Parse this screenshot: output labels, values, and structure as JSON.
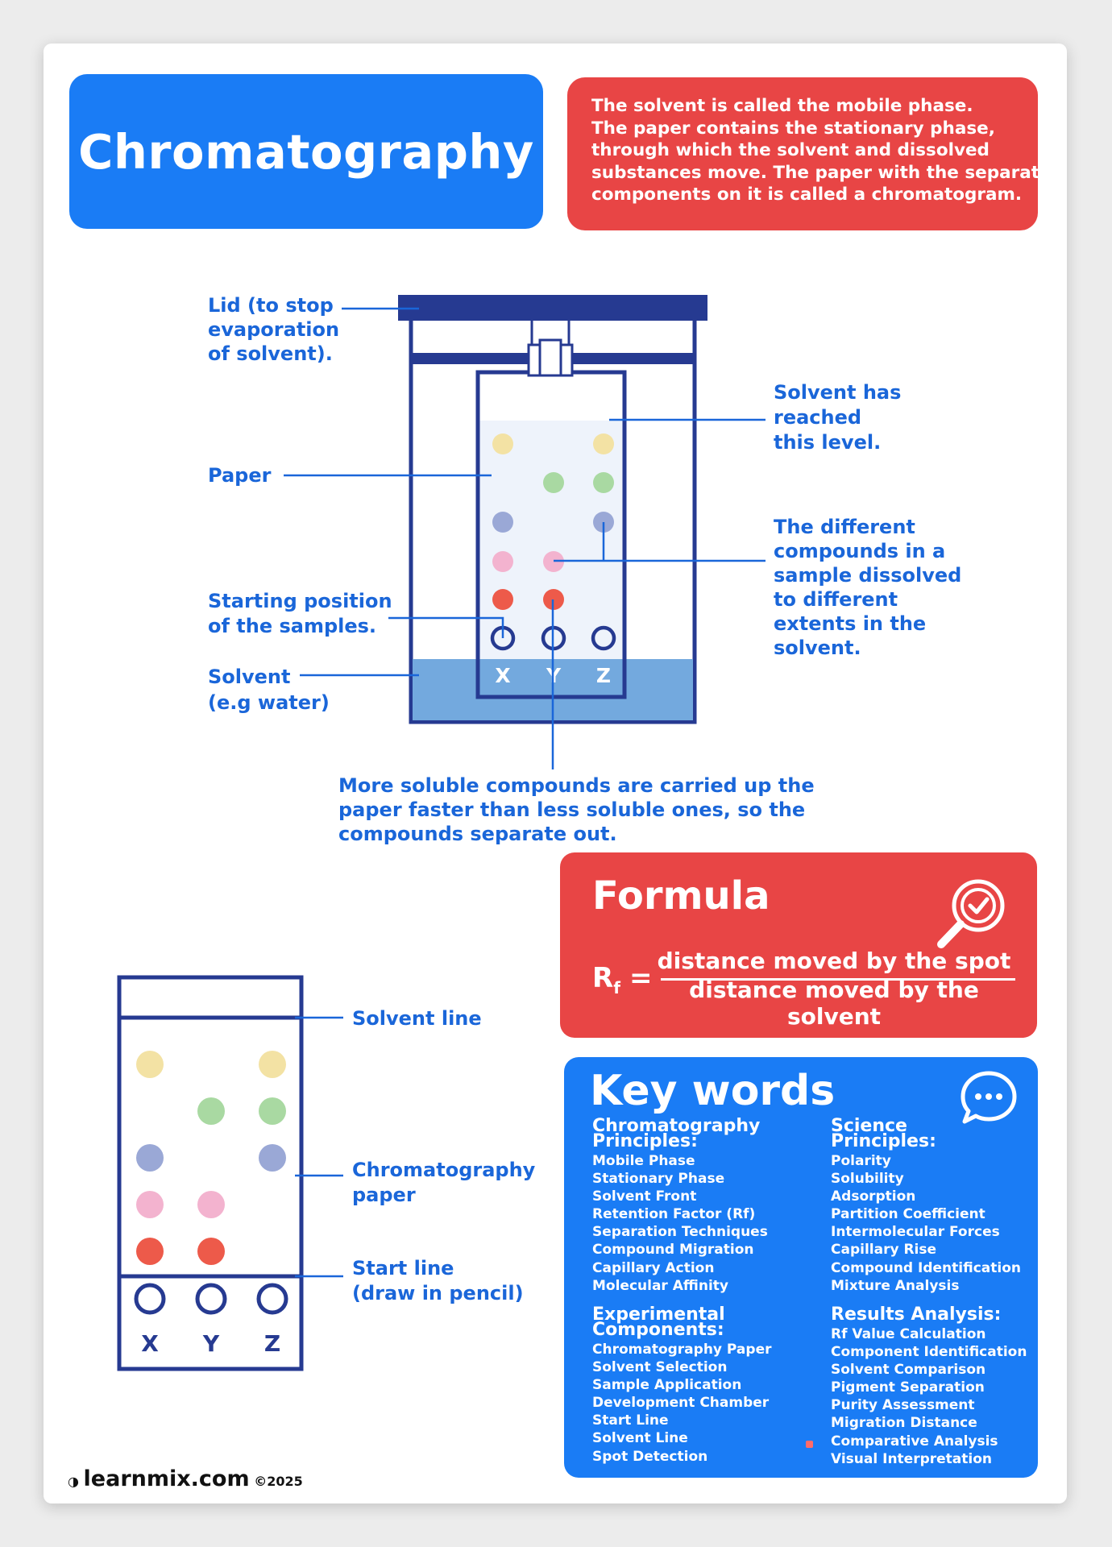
{
  "title": "Chromatography",
  "info_lines": [
    "The solvent is called the mobile phase.",
    "The paper contains the stationary phase,",
    "through which the solvent and dissolved",
    "substances move. The paper with the separated",
    "components on it is called a chromatogram."
  ],
  "diagram1": {
    "lid_label": [
      "Lid (to stop",
      "evaporation",
      "of solvent)."
    ],
    "paper_label": "Paper",
    "start_label": [
      "Starting position",
      "of the samples."
    ],
    "solvent_label": [
      "Solvent",
      "(e.g water)"
    ],
    "solvent_level_label": [
      "Solvent has",
      "reached",
      "this level."
    ],
    "compounds_label": [
      "The different",
      "compounds in a",
      "sample dissolved",
      "to different",
      "extents in the",
      "solvent."
    ],
    "bottom_label": [
      "More soluble compounds are carried up the",
      "paper faster than less soluble ones, so the",
      "compounds separate out."
    ],
    "lane_letters": [
      "X",
      "Y",
      "Z"
    ]
  },
  "diagram2": {
    "solvent_line_label": "Solvent line",
    "paper_label": [
      "Chromatography",
      "paper"
    ],
    "start_line_label": [
      "Start line",
      "(draw in pencil)"
    ],
    "lane_letters": [
      "X",
      "Y",
      "Z"
    ]
  },
  "spot_colors": {
    "yellow": "#f3e2a4",
    "green": "#a9d9a2",
    "blue": "#9aa8d6",
    "pink": "#f3b3cf",
    "red": "#ed5a4a"
  },
  "formula": {
    "title": "Formula",
    "rf": "R",
    "rf_sub": "f",
    "eq": "=",
    "numerator": "distance moved by the spot",
    "denominator": "distance moved by the solvent",
    "icon": "magnifier-check-icon"
  },
  "keywords": {
    "title": "Key words",
    "icon": "chat-bubble-icon",
    "sections": [
      {
        "heading": [
          "Chromatography",
          "Principles:"
        ],
        "items": [
          "Mobile Phase",
          "Stationary Phase",
          "Solvent Front",
          "Retention Factor (Rf)",
          "Separation Techniques",
          "Compound Migration",
          "Capillary Action",
          "Molecular Affinity"
        ]
      },
      {
        "heading": [
          "Science",
          "Principles:"
        ],
        "items": [
          "Polarity",
          "Solubility",
          "Adsorption",
          "Partition Coefficient",
          "Intermolecular Forces",
          "Capillary Rise",
          "Compound Identification",
          "Mixture Analysis"
        ]
      },
      {
        "heading": [
          "Experimental",
          "Components:"
        ],
        "items": [
          "Chromatography Paper",
          "Solvent Selection",
          "Sample Application",
          "Development Chamber",
          "Start Line",
          "Solvent Line",
          "Spot Detection"
        ]
      },
      {
        "heading": [
          "Results Analysis:"
        ],
        "items": [
          "Rf Value Calculation",
          "Component Identification",
          "Solvent Comparison",
          "Pigment Separation",
          "Purity Assessment",
          "Migration Distance",
          "Comparative Analysis",
          "Visual Interpretation"
        ]
      }
    ]
  },
  "footer": {
    "brand": "learnmix.com",
    "year": "©2025"
  },
  "colors": {
    "navy": "#263a91",
    "label_blue": "#1a66d9",
    "title_blue": "#1a7cf5",
    "red": "#e84545",
    "solvent": "#73a9de"
  }
}
